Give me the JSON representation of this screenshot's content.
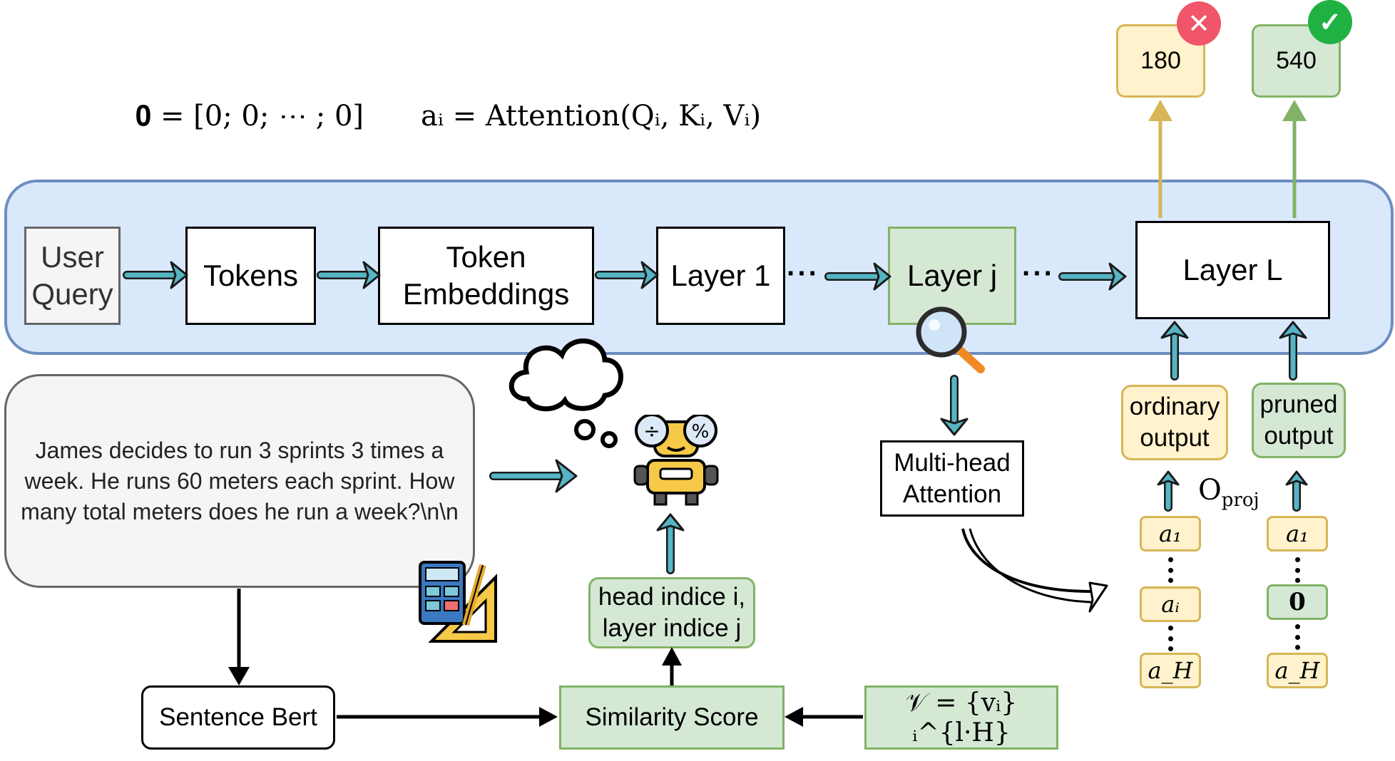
{
  "formulas": {
    "zero_vector": "𝟎 = [0; 0; ⋯ ; 0]",
    "attention": "aᵢ = Attention(Qᵢ, Kᵢ, Vᵢ)"
  },
  "pipeline": {
    "user_query": [
      "User",
      "Query"
    ],
    "tokens": "Tokens",
    "token_embeddings": [
      "Token",
      "Embeddings"
    ],
    "layer1": "Layer 1",
    "layerj": "Layer j",
    "layerL": "Layer L",
    "ellipsis": "···"
  },
  "outputs": {
    "wrong": "180",
    "right": "540"
  },
  "question": "James decides to run 3 sprints 3 times a week.  He runs 60 meters each sprint. How many total meters does he run a week?\\n\\n",
  "mha": [
    "Multi-head",
    "Attention"
  ],
  "ordinary_output": [
    "ordinary",
    "output"
  ],
  "pruned_output": [
    "pruned",
    "output"
  ],
  "oproj": {
    "main": "O",
    "sub": "proj"
  },
  "ordinary_stack": [
    "a₁",
    "aᵢ",
    "a_H"
  ],
  "pruned_stack": [
    "a₁",
    "0",
    "a_H"
  ],
  "head_indice": [
    "head indice i,",
    "layer indice j"
  ],
  "sentence_bert": "Sentence Bert",
  "similarity_score": "Similarity Score",
  "value_set": "𝒱 = {vᵢ}ᵢ^{l·H}",
  "colors": {
    "teal_arrow": "#56b5c4",
    "panel_fill": "#dae8fc",
    "panel_border": "#6c8ebf",
    "green_fill": "#d5e8d4",
    "green_border": "#82b366",
    "yellow_fill": "#fff2cc",
    "yellow_border": "#d6b656",
    "wrong_badge": "#f0556a",
    "right_badge": "#1fb141"
  }
}
